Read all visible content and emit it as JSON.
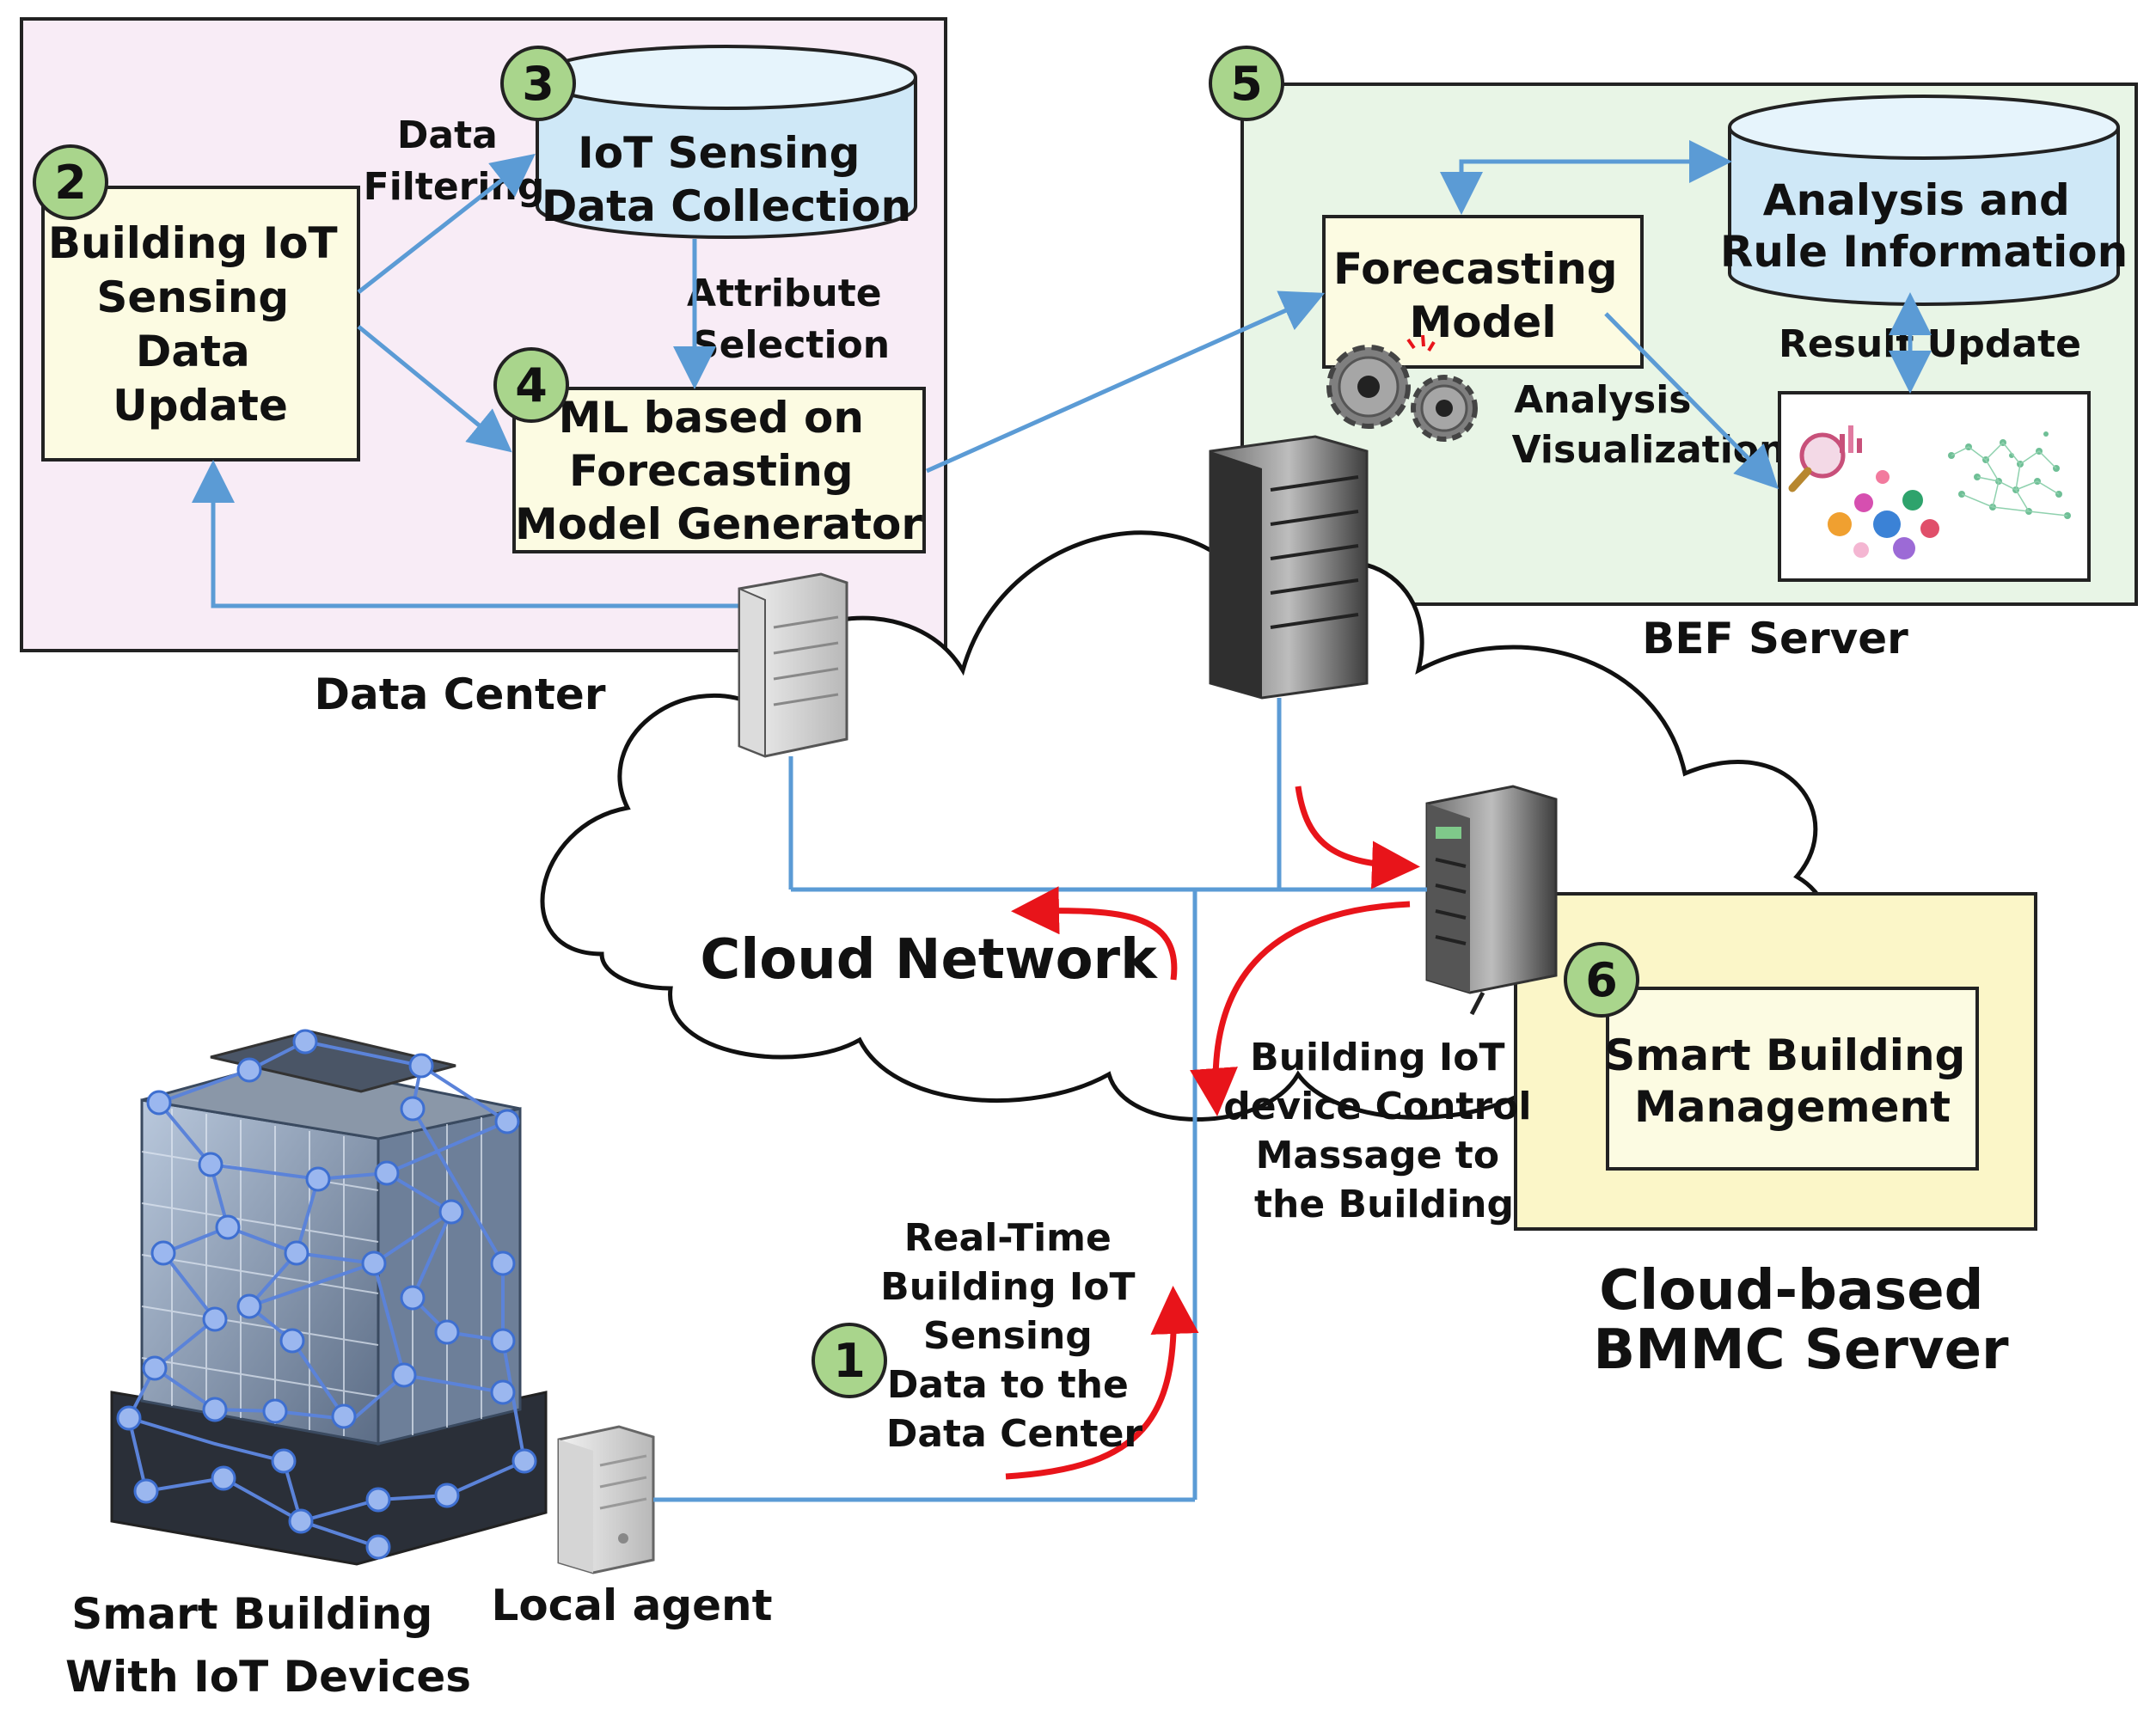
{
  "badges": {
    "b1": "1",
    "b2": "2",
    "b3": "3",
    "b4": "4",
    "b5": "5",
    "b6": "6"
  },
  "data_center": {
    "label": "Data Center",
    "update_box": [
      "Building IoT",
      "Sensing",
      "Data",
      "Update"
    ],
    "data_filtering": [
      "Data",
      "Filtering"
    ],
    "collection_db": [
      "IoT Sensing",
      "Data Collection"
    ],
    "attribute_selection": [
      "Attribute",
      "Selection"
    ],
    "ml_box": [
      "ML based on",
      "Forecasting",
      "Model Generator"
    ]
  },
  "bef_server": {
    "label": "BEF Server",
    "forecasting_model": [
      "Forecasting",
      "Model"
    ],
    "analysis_db": [
      "Analysis and",
      "Rule Information"
    ],
    "result_update": "Result Update",
    "analysis_visualization": [
      "Analysis",
      "Visualization"
    ]
  },
  "cloud": {
    "label": "Cloud Network"
  },
  "bmmc": {
    "label": [
      "Cloud-based",
      "BMMC Server"
    ],
    "smart_building_management": [
      "Smart Building",
      "Management"
    ]
  },
  "messages": {
    "control_message": [
      "Building IoT",
      "device Control",
      "Massage to",
      "the Building"
    ],
    "realtime_data": [
      "Real-Time",
      "Building IoT",
      "Sensing",
      "Data to the",
      "Data Center"
    ]
  },
  "building": {
    "label": [
      "Smart Building",
      "With IoT Devices"
    ]
  },
  "local_agent": {
    "label": "Local agent"
  },
  "colors": {
    "datacenter_bg": "#f8ecf6",
    "bef_bg": "#e8f5e6",
    "bmmc_bg": "#fbf6c8",
    "note_bg": "#fcfbe2",
    "db_fill": "#cfe8f7",
    "badge_fill": "#a9d58c",
    "blue_line": "#5b9bd5",
    "red_arrow": "#e8141a"
  }
}
